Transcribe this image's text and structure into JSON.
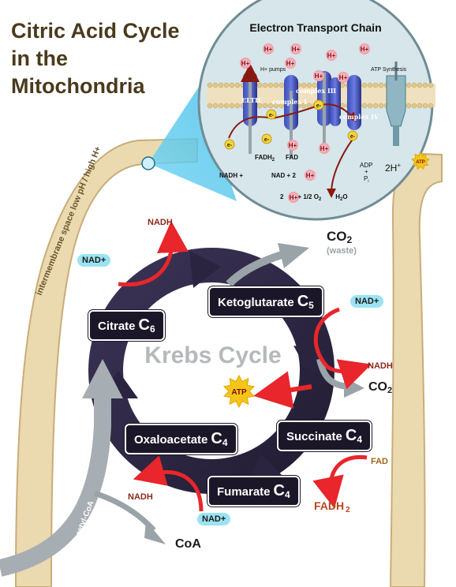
{
  "title": {
    "line1": "Citric Acid Cycle",
    "line2": "in the",
    "line3": "Mitochondria"
  },
  "membrane_label": "intermembrane space low pH / high H+",
  "acetyl_label": "(acetyl-CoA",
  "cycle_label": "Krebs Cycle",
  "intermediates": {
    "citrate": {
      "name": "Citrate",
      "sym": "C",
      "n": "6"
    },
    "ketoglutarate": {
      "name": "Ketoglutarate",
      "sym": "C",
      "n": "5"
    },
    "succinate": {
      "name": "Succinate",
      "sym": "C",
      "n": "4"
    },
    "fumarate": {
      "name": "Fumarate",
      "sym": "C",
      "n": "4"
    },
    "oxaloacetate": {
      "name": "Oxaloacetate",
      "sym": "C",
      "n": "4"
    }
  },
  "cofactors": {
    "nadh_top": "NADH",
    "nad_top": "NAD+",
    "nad_right": "NAD+",
    "nadh_right": "NADH",
    "fad": "FAD",
    "fadh2": "FADH",
    "fadh2_sub": "2",
    "nad_bottom": "NAD+",
    "nadh_bottom": "NADH",
    "co2_top": "CO",
    "co2_top_sub": "2",
    "waste": "(waste)",
    "co2_right": "CO",
    "co2_right_sub": "2",
    "atp": "ATP",
    "coa": "CoA"
  },
  "etc": {
    "title": "Electron Transport Chain",
    "h_plus": "H+",
    "h_pumps": "H+ pumps",
    "atp_synthesis": "ATP Synthesis",
    "complex1": "complex I",
    "complex3": "complex III",
    "complex4": "complex IV",
    "etfh": "ELTH",
    "electron": "e-",
    "fadh2": "FADH",
    "fadh2_sub": "2",
    "fad": "FAD",
    "nadh_eq_left": "NADH +",
    "nadh_eq_right": "NAD + 2",
    "water_eq_left": "2",
    "water_eq_mid": "+ 1/2 O",
    "water_eq_o_sub": "2",
    "water_eq_right": "H",
    "water_eq_h_sub": "2",
    "water_eq_o": "O",
    "adp": "ADP",
    "plus": "+",
    "pi": "P",
    "pi_sub": "i",
    "two_h": "2H",
    "two_h_sup": "+",
    "atp": "ATP"
  },
  "colors": {
    "title": "#4a3a1c",
    "membrane": "#ebd9b0",
    "membrane_edge": "#c9ad78",
    "cycle": "#2a2440",
    "box": "#1c1728",
    "red_arrow": "#e8262b",
    "gray_arrow": "#9aa3a8",
    "pill": "#9be3f2",
    "atp_star": "#f5c518",
    "etc_bg": "#d6e6ea",
    "complex": "#2f3f9e"
  }
}
